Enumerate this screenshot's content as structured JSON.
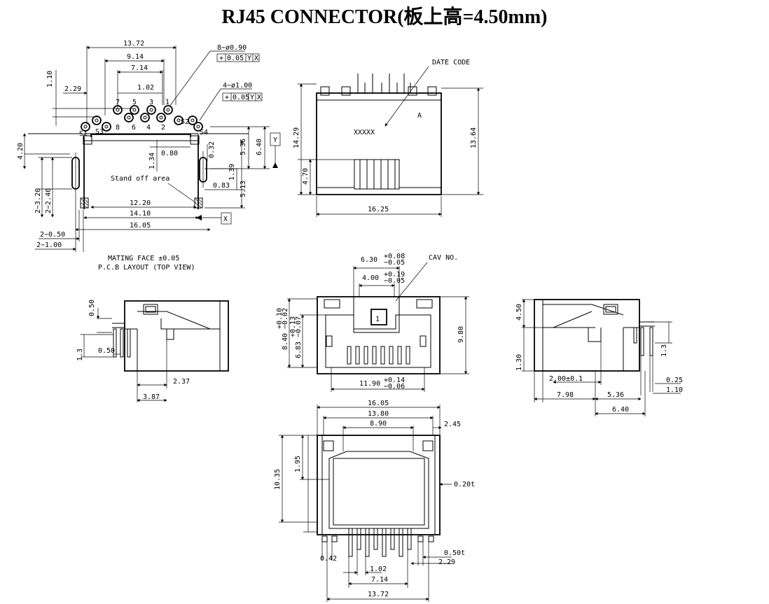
{
  "title": "RJ45 CONNECTOR(板上高=4.50mm)",
  "pcb": {
    "dims": {
      "d1372": "13.72",
      "d914": "9.14",
      "d714": "7.14",
      "d102": "1.02",
      "d110": "1.10",
      "d229": "2.29",
      "d420": "4.20",
      "d080": "0.80",
      "d536": "5.36",
      "d640": "6.40",
      "d134": "1.34",
      "d032": "0.32",
      "d139": "1.39",
      "d083": "0.83",
      "d513": "5.13",
      "d2320": "2−3.20",
      "d2240": "2−2.40",
      "d1220": "12.20",
      "d1410": "14.10",
      "d1605": "16.05",
      "d2050": "2−0.50",
      "d2100": "2−1.00"
    },
    "hole_note1": "8−ø0.90",
    "hole_note2": "4−ø1.00",
    "tol_box": "0.05",
    "axis_y": "Y",
    "axis_x": "X",
    "stand_off": "Stand off area",
    "caption1": "MATING FACE ±0.05",
    "caption2": "P.C.B LAYOUT (TOP VIEW)",
    "pins_top": [
      "8",
      "6",
      "4",
      "2"
    ],
    "pins_bottom": [
      "7",
      "5",
      "3",
      "1"
    ],
    "pin_labels_side": [
      "S1",
      "S3",
      "S2",
      "S4"
    ]
  },
  "top_view": {
    "date_code": "DATE CODE",
    "marking": "XXXXX",
    "mark_a": "A",
    "d1429": "14.29",
    "d470": "4.70",
    "d1364": "13.64",
    "d1625": "16.25"
  },
  "side_left": {
    "d050a": "0.50",
    "d050b": "0.50",
    "d13": "1.3",
    "d237": "2.37",
    "d387": "3.87"
  },
  "front": {
    "cav_no": "CAV NO.",
    "cav_val": "1",
    "d630": "6.30",
    "d630t": "+0.08",
    "d630b": "−0.05",
    "d400": "4.00",
    "d400t": "+0.19",
    "d400b": "−0.05",
    "d840": "8.40",
    "d840t": "+0.10",
    "d840b": "−0.02",
    "d683": "6.83",
    "d683t": "+0.13",
    "d683b": "−0.07",
    "d980": "9.80",
    "d1190": "11.90",
    "d1190t": "+0.14",
    "d1190b": "−0.06"
  },
  "side_right": {
    "d450": "4.50",
    "d130": "1.30",
    "d13": "1.3",
    "d025": "0.25",
    "d110": "1.10",
    "d200": "2.00±0.1",
    "d798": "7.98",
    "d536": "5.36",
    "d640": "6.40"
  },
  "bottom_view": {
    "d1605": "16.05",
    "d1380": "13.80",
    "d890": "8.90",
    "d245": "2.45",
    "d1035": "10.35",
    "d195": "1.95",
    "d020": "0.20t",
    "d042": "0.42",
    "d050": "0.50t",
    "d229": "2.29",
    "d102": "1.02",
    "d714": "7.14",
    "d1372": "13.72"
  }
}
